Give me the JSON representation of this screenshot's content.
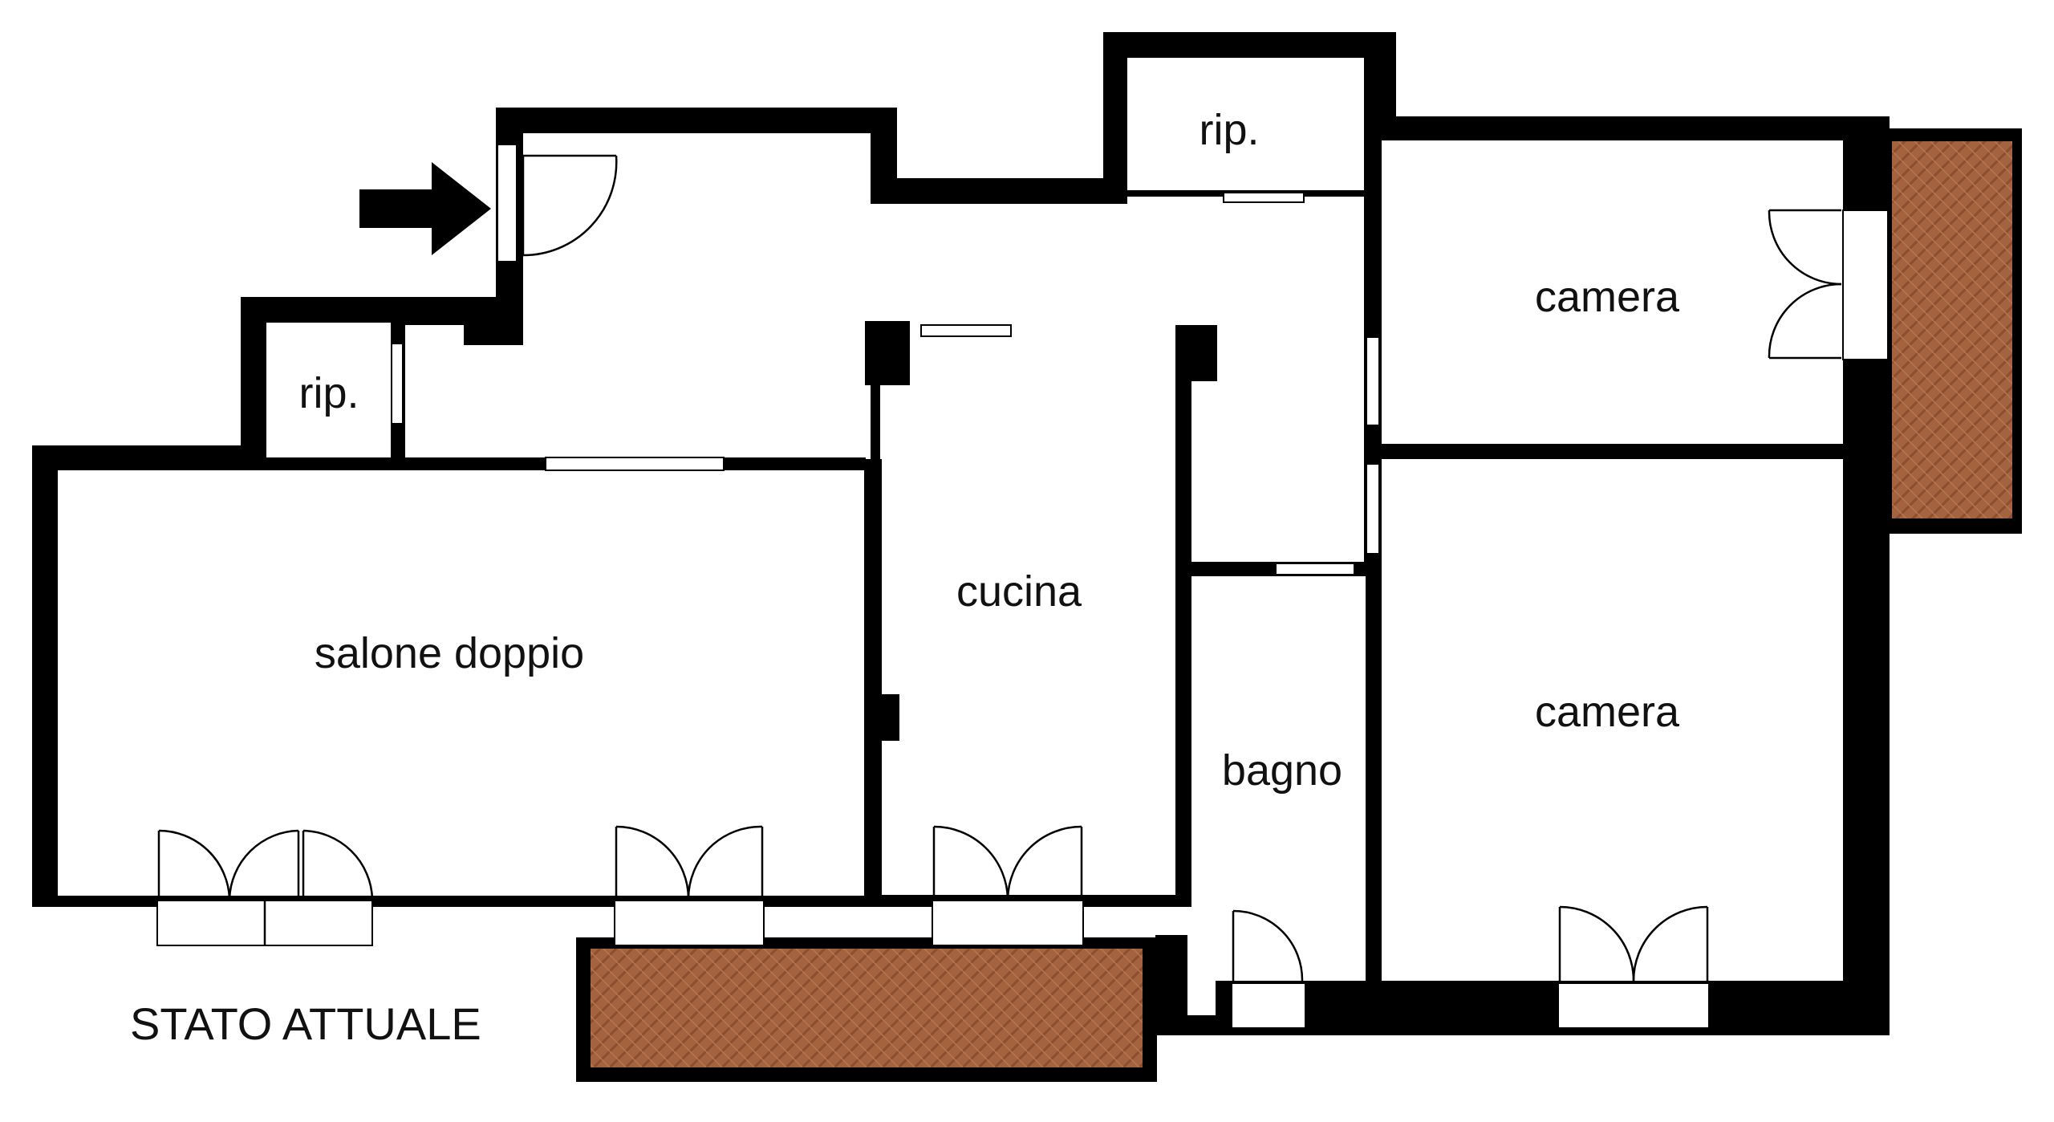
{
  "title": "STATO ATTUALE",
  "rooms": {
    "salone": "salone doppio",
    "cucina": "cucina",
    "bagno": "bagno",
    "camera_top": "camera",
    "camera_bottom": "camera",
    "rip_left": "rip.",
    "rip_top": "rip."
  },
  "colors": {
    "wall": "#000000",
    "floor": "#ffffff",
    "terrace": "#a0603e",
    "terrace_pattern": "#8a4e30"
  },
  "icons": {
    "entrance": "entrance-arrow-icon"
  }
}
